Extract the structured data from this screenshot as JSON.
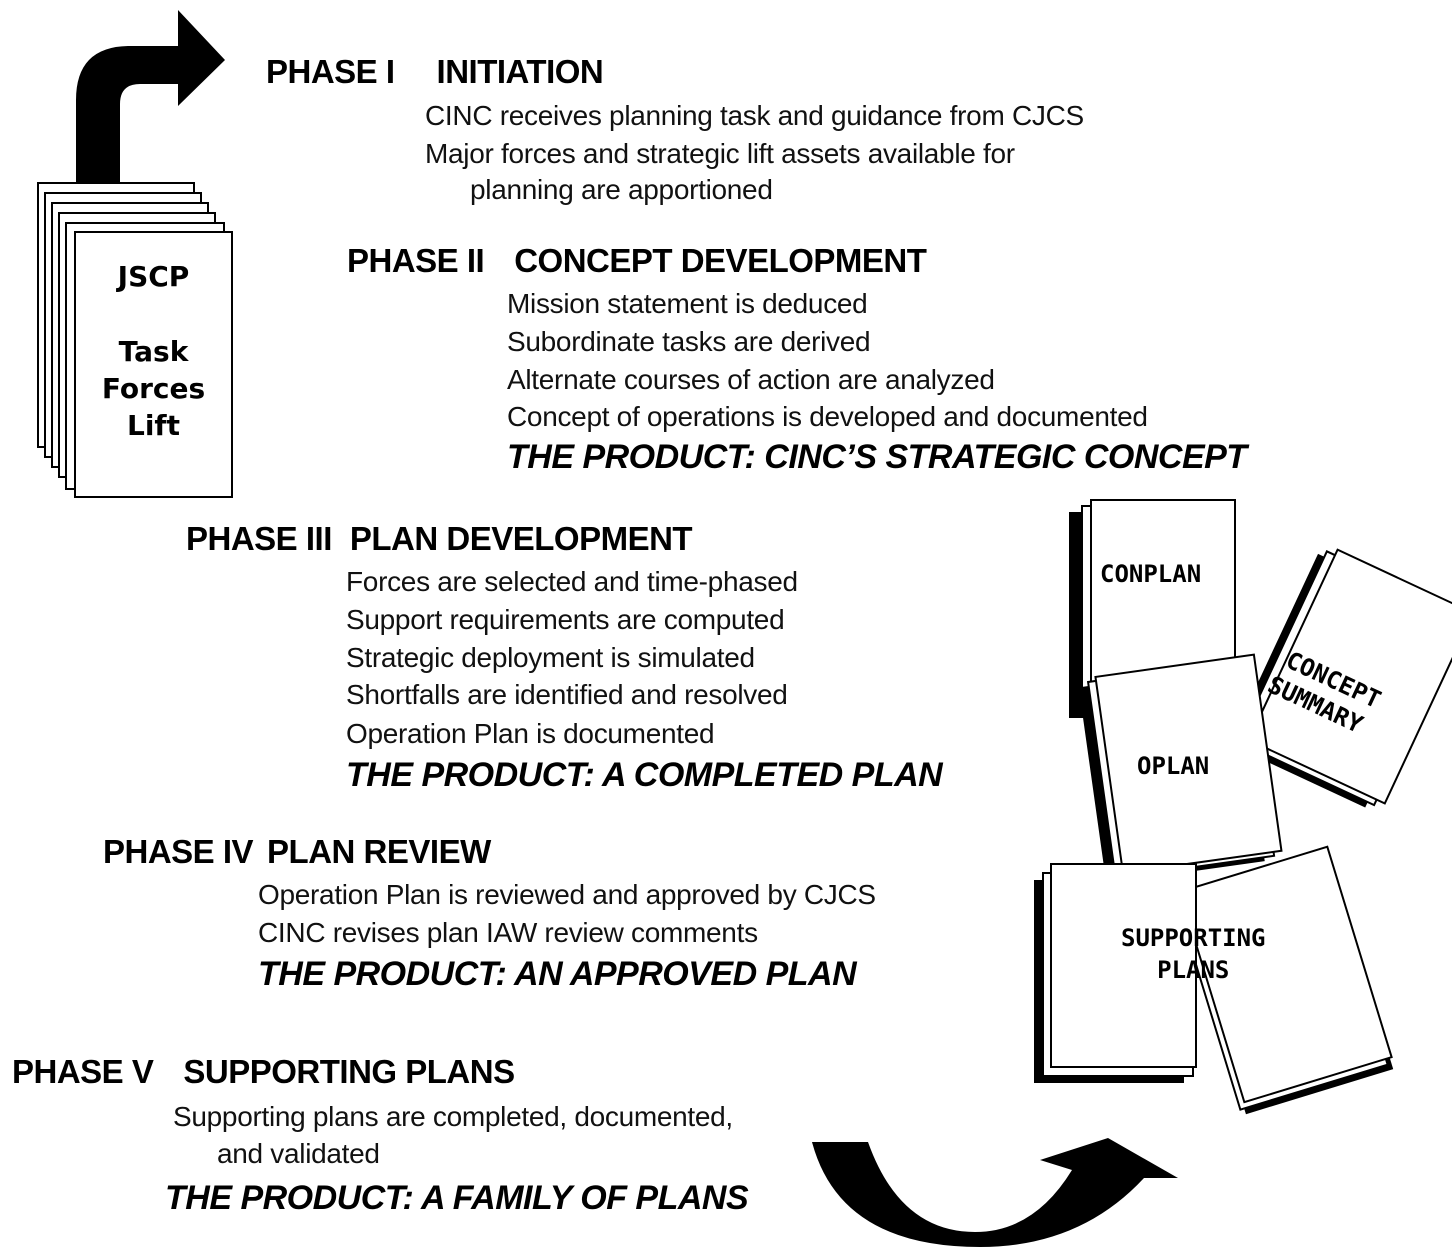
{
  "phases": [
    {
      "label": "PHASE I",
      "name": "INITIATION",
      "lines": [
        "CINC receives planning task and guidance from CJCS",
        "Major forces and strategic lift assets available for",
        "planning are apportioned"
      ],
      "product": ""
    },
    {
      "label": "PHASE II",
      "name": "CONCEPT DEVELOPMENT",
      "lines": [
        "Mission statement is deduced",
        "Subordinate tasks are derived",
        "Alternate courses of action are analyzed",
        "Concept of operations is developed and documented"
      ],
      "product": "THE PRODUCT: CINC’S STRATEGIC CONCEPT"
    },
    {
      "label": "PHASE III",
      "name": "PLAN DEVELOPMENT",
      "lines": [
        "Forces are selected and time-phased",
        "Support requirements are computed",
        "Strategic deployment is simulated",
        "Shortfalls are identified and resolved",
        "Operation Plan is documented"
      ],
      "product": "THE PRODUCT: A COMPLETED PLAN"
    },
    {
      "label": "PHASE IV",
      "name": "PLAN REVIEW",
      "lines": [
        "Operation Plan is reviewed and approved by CJCS",
        "CINC revises plan IAW review comments"
      ],
      "product": "THE PRODUCT: AN APPROVED PLAN"
    },
    {
      "label": "PHASE V",
      "name": "SUPPORTING PLANS",
      "lines": [
        "Supporting plans are completed, documented,",
        "and validated"
      ],
      "product": "THE PRODUCT: A FAMILY OF PLANS"
    }
  ],
  "input_document": {
    "title": "JSCP",
    "items": [
      "Task",
      "Forces",
      "Lift"
    ]
  },
  "output_documents": {
    "conplan": "CONPLAN",
    "concept_summary_line1": "CONCEPT",
    "concept_summary_line2": "SUMMARY",
    "oplan": "OPLAN",
    "supporting_plans_line1": "SUPPORTING",
    "supporting_plans_line2": "PLANS"
  },
  "icons": [
    "curved-arrow-up-right-icon",
    "curved-arrow-bottom-icon",
    "document-stack-icon"
  ]
}
